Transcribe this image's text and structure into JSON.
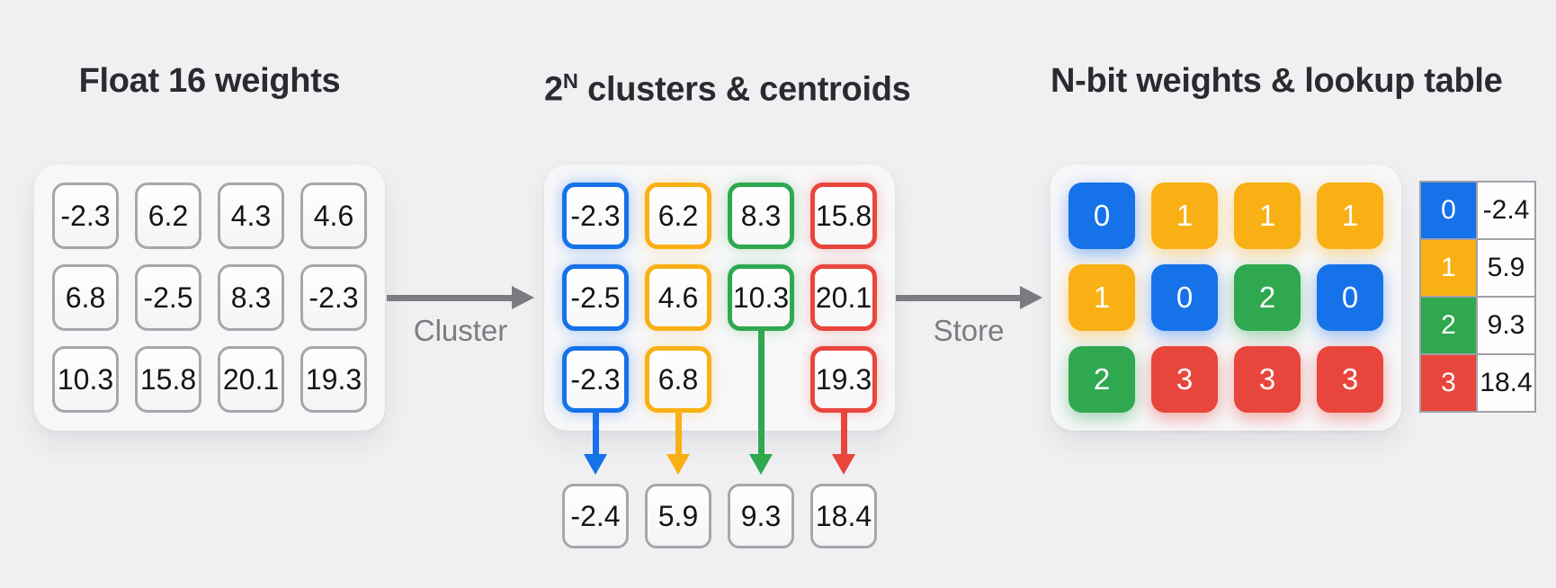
{
  "palette": {
    "blue": "#1672E8",
    "yellow": "#F9B015",
    "green": "#2FA84F",
    "red": "#E8463C",
    "arrow_gray": "#7C7C80",
    "background": "#F0F0F2",
    "panel": "#F7F7F9"
  },
  "float16": {
    "title": "Float 16 weights",
    "cells": [
      {
        "v": "-2.3"
      },
      {
        "v": "6.2"
      },
      {
        "v": "4.3"
      },
      {
        "v": "4.6"
      },
      {
        "v": "6.8"
      },
      {
        "v": "-2.5"
      },
      {
        "v": "8.3"
      },
      {
        "v": "-2.3"
      },
      {
        "v": "10.3"
      },
      {
        "v": "15.8"
      },
      {
        "v": "20.1"
      },
      {
        "v": "19.3"
      }
    ]
  },
  "flow": {
    "cluster_label": "Cluster",
    "store_label": "Store"
  },
  "clusters": {
    "title_base": "2",
    "title_sup": "N",
    "title_rest": " clusters & centroids",
    "cells": [
      {
        "v": "-2.3",
        "c": "blue"
      },
      {
        "v": "6.2",
        "c": "yellow"
      },
      {
        "v": "8.3",
        "c": "green"
      },
      {
        "v": "15.8",
        "c": "red"
      },
      {
        "v": "-2.5",
        "c": "blue"
      },
      {
        "v": "4.6",
        "c": "yellow"
      },
      {
        "v": "10.3",
        "c": "green"
      },
      {
        "v": "20.1",
        "c": "red"
      },
      {
        "v": "-2.3",
        "c": "blue"
      },
      {
        "v": "6.8",
        "c": "yellow"
      },
      {
        "v": "",
        "c": "empty"
      },
      {
        "v": "19.3",
        "c": "red"
      }
    ],
    "centroids": [
      {
        "v": "-2.4",
        "c": "blue"
      },
      {
        "v": "5.9",
        "c": "yellow"
      },
      {
        "v": "9.3",
        "c": "green"
      },
      {
        "v": "18.4",
        "c": "red"
      }
    ]
  },
  "nbit": {
    "title": "N-bit weights & lookup table",
    "cells": [
      {
        "v": "0",
        "c": "blue"
      },
      {
        "v": "1",
        "c": "yellow"
      },
      {
        "v": "1",
        "c": "yellow"
      },
      {
        "v": "1",
        "c": "yellow"
      },
      {
        "v": "1",
        "c": "yellow"
      },
      {
        "v": "0",
        "c": "blue"
      },
      {
        "v": "2",
        "c": "green"
      },
      {
        "v": "0",
        "c": "blue"
      },
      {
        "v": "2",
        "c": "green"
      },
      {
        "v": "3",
        "c": "red"
      },
      {
        "v": "3",
        "c": "red"
      },
      {
        "v": "3",
        "c": "red"
      }
    ],
    "lookup": [
      {
        "i": "0",
        "c": "blue",
        "v": "-2.4"
      },
      {
        "i": "1",
        "c": "yellow",
        "v": "5.9"
      },
      {
        "i": "2",
        "c": "green",
        "v": "9.3"
      },
      {
        "i": "3",
        "c": "red",
        "v": "18.4"
      }
    ]
  }
}
